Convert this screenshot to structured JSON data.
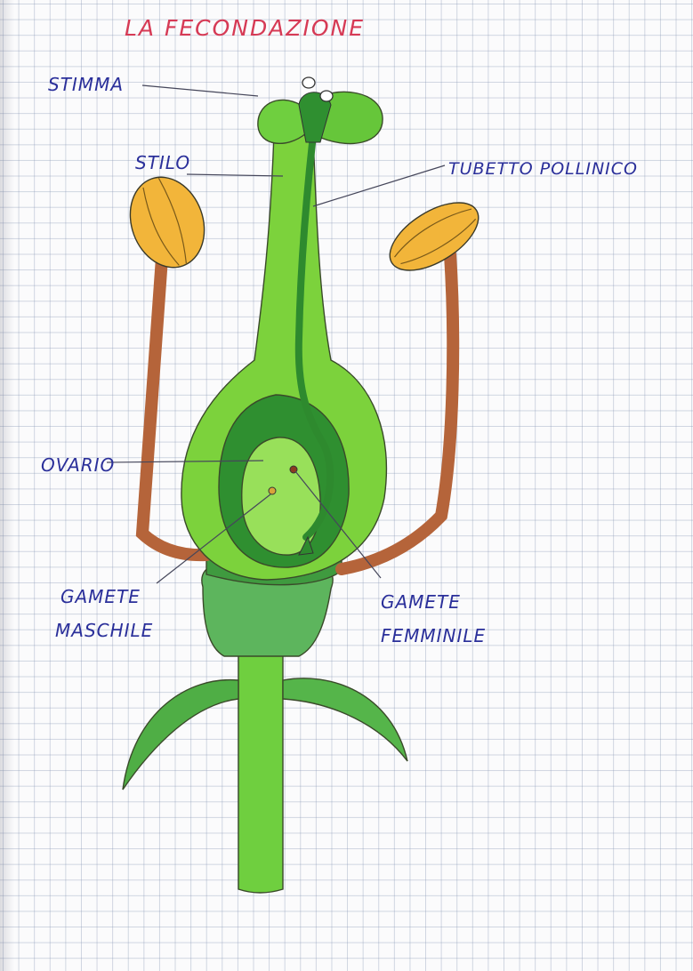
{
  "title": "LA FECONDAZIONE",
  "labels": {
    "stigma": "STIMMA",
    "style": "STILO",
    "pollen_tube": "TUBETTO POLLINICO",
    "ovary": "OVARIO",
    "male_gamete_line1": "GAMETE",
    "male_gamete_line2": "MASCHILE",
    "female_gamete_line1": "GAMETE",
    "female_gamete_line2": "FEMMINILE"
  },
  "colors": {
    "title_ink": "#d63a55",
    "label_ink": "#2a2f9a",
    "anther_yellow": "#f2b53a",
    "filament_brown": "#b5643a",
    "pistil_green": "#7cd23c",
    "dark_green": "#2f8a2f",
    "receptacle_green": "#5cb35a",
    "stem_green": "#6ed13e"
  }
}
